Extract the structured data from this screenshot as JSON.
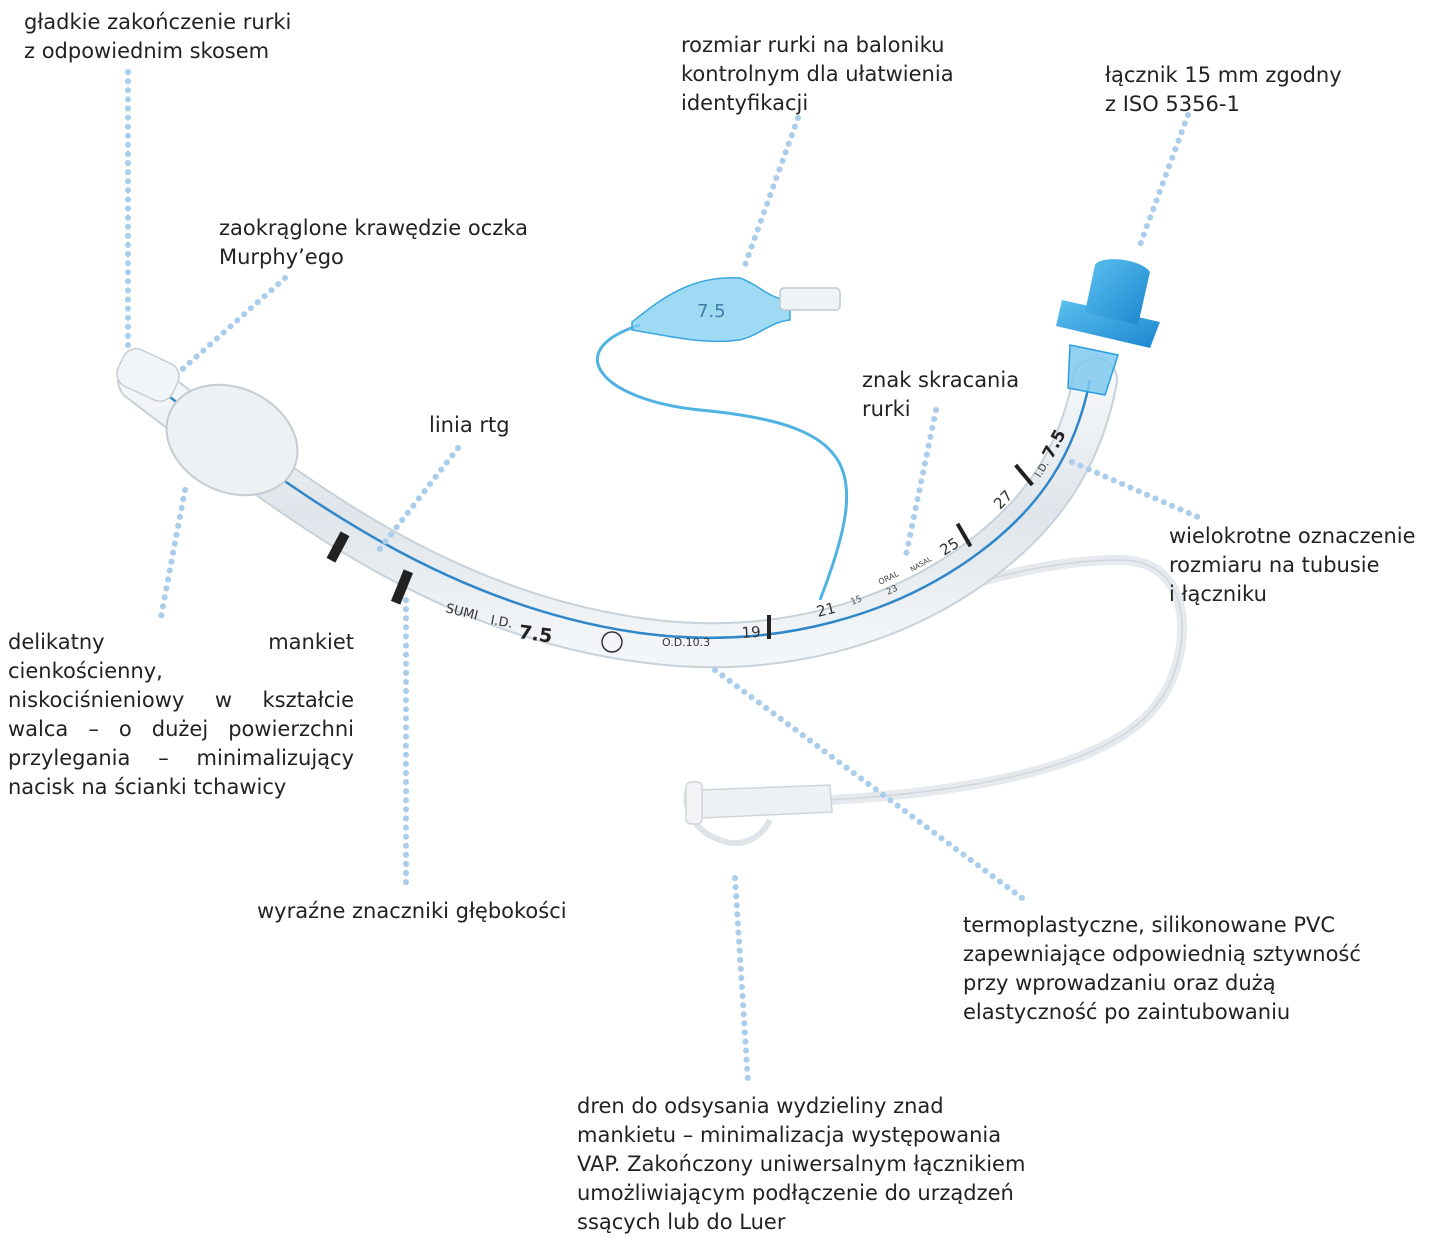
{
  "labels": {
    "tip": "gładkie zakończenie rurki\nz odpowiednim skosem",
    "murphy": "zaokrąglone krawędzie oczka\nMurphy’ego",
    "pilot_balloon": "rozmiar rurki na baloniku\nkontrolnym dla ułatwienia\nidentyfikacji",
    "connector": "łącznik 15 mm zgodny\nz ISO 5356-1",
    "xray_line": "linia rtg",
    "cut_mark": "znak skracania\nrurki",
    "size_marking": "wielokrotne oznaczenie\nrozmiaru na tubusie\ni łączniku",
    "cuff": [
      "delikatny mankiet cienkościenny,",
      "niskociśnieniowy w kształcie",
      "walca – o dużej powierzchni",
      "przylegania – minimalizujący",
      "nacisk na ścianki tchawicy"
    ],
    "depth_marks": "wyraźne znaczniki głębokości",
    "pvc": "termoplastyczne, silikonowane PVC\nzapewniające odpowiednią sztywność\nprzy wprowadzaniu oraz dużą\nelastyczność po zaintubowaniu",
    "suction": "dren do odsysania wydzieliny znad\nmankietu – minimalizacja występowania\nVAP. Zakończony uniwersalnym łącznikiem\numożliwiającym podłączenie do urządzeń\nssących lub do Luer"
  },
  "tube_print": {
    "brand": "SUMI",
    "id_label": "I.D.",
    "id_value": "7.5",
    "od_label": "O.D.10.3",
    "balloon_size": "7.5",
    "oral": "ORAL",
    "nasal": "NASAL",
    "mark_19": "19",
    "mark_21": "21",
    "mark_23": "23",
    "mark_25": "25",
    "mark_27": "27",
    "mark_15": "15",
    "id_connector": "I.D.",
    "id_connector_value": "7.5"
  },
  "colors": {
    "leader": "#a9cdea",
    "connector_blue": "#2a9ee0",
    "pilot_line": "#4fb2e2",
    "tube": "#e9edf0",
    "xray_stripe": "#2f86c8"
  }
}
